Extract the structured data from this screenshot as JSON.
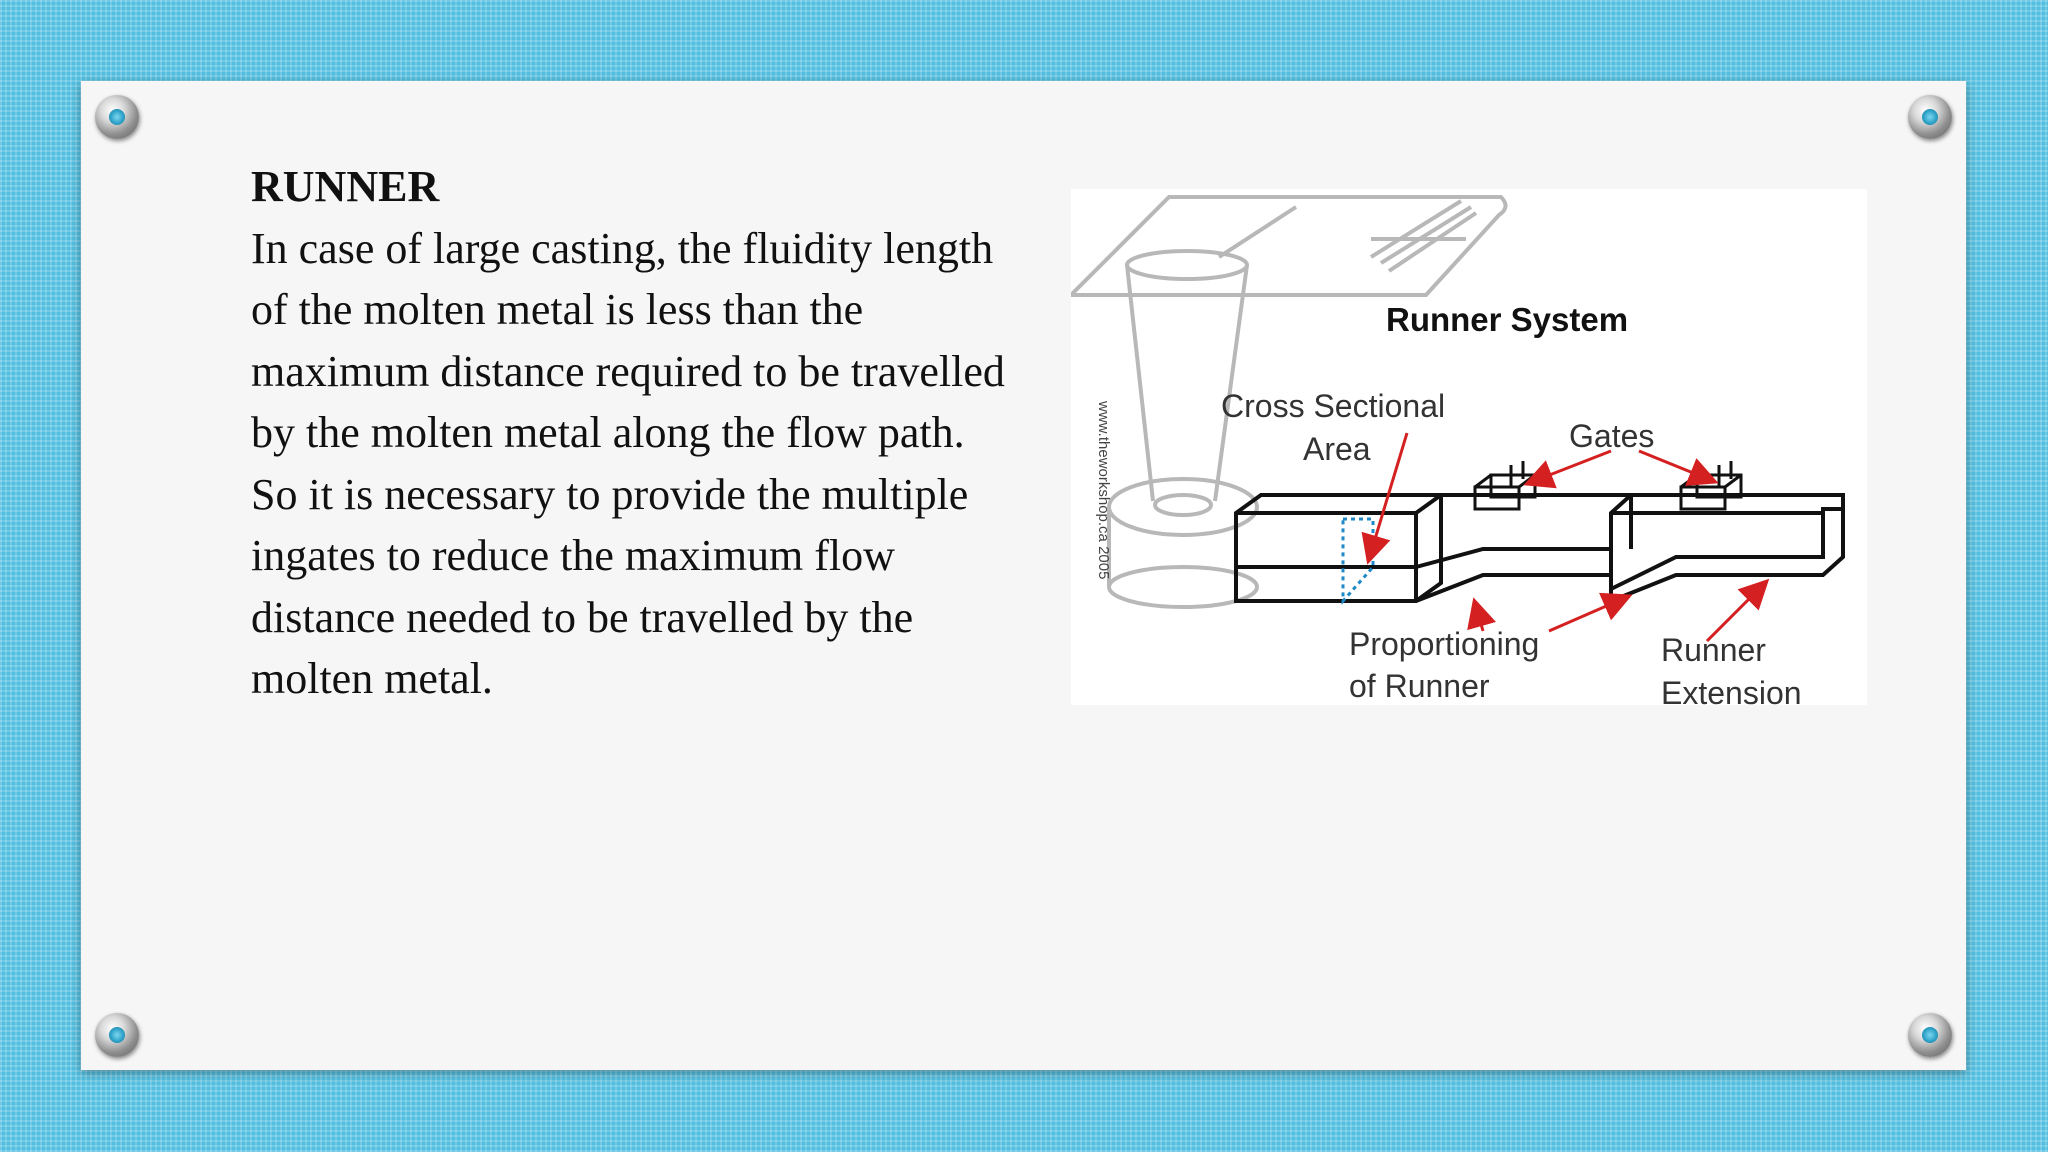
{
  "slide": {
    "heading": "RUNNER",
    "body": "In case of large casting, the fluidity length of the molten metal is less than the maximum distance required to be travelled by the molten metal along the flow path. So it is necessary to provide the multiple ingates to reduce the maximum flow distance needed to be travelled by the molten metal."
  },
  "figure": {
    "title": "Runner System",
    "watermark": "www.theworkshop.ca 2005",
    "labels": {
      "cross_section_1": "Cross Sectional",
      "cross_section_2": "Area",
      "gates": "Gates",
      "proportioning_1": "Proportioning",
      "proportioning_2": "of Runner",
      "runner_ext_1": "Runner",
      "runner_ext_2": "Extension"
    },
    "colors": {
      "arrow": "#d42020",
      "section": "#1e88c8",
      "pouring_cup": "#b8b8b8",
      "runner": "#111111"
    }
  }
}
